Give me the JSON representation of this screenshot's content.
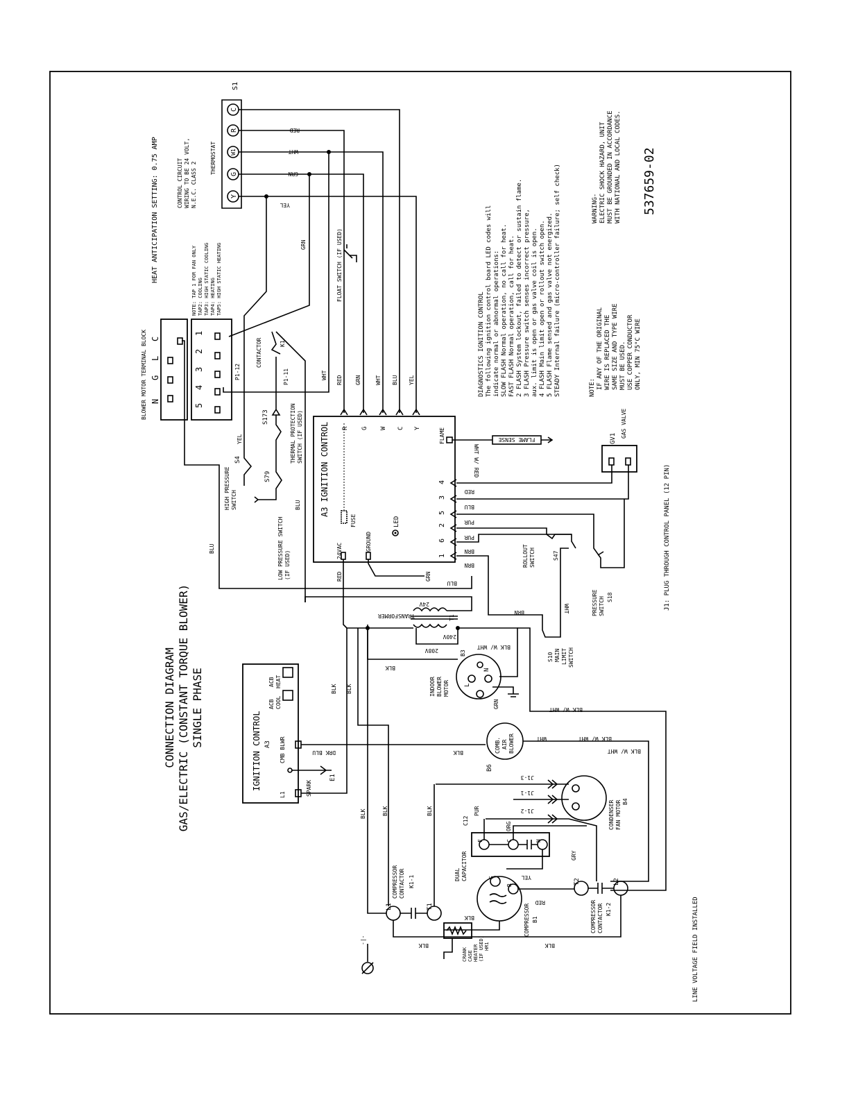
{
  "title": {
    "line1": "CONNECTION DIAGRAM",
    "line2": "GAS/ELECTRIC (CONSTANT TORQUE BLOWER)",
    "line3": "SINGLE PHASE"
  },
  "part_number": "537659-02",
  "heat_anticipation": "HEAT ANTICIPATION SETTING: 0.75 AMP",
  "control_circuit": [
    "CONTROL CIRCUIT",
    "WIRING TO BE 24 VOLT,",
    "N.E.C. CLASS 2"
  ],
  "thermostat": {
    "label": "THERMOSTAT",
    "id": "S1",
    "terminals": [
      "C",
      "R",
      "W1",
      "G",
      "Y"
    ]
  },
  "wire_colors": {
    "red": "RED",
    "wht": "WHT",
    "grn": "GRN",
    "yel": "YEL",
    "blu": "BLU",
    "brn": "BRN",
    "pur": "PUR",
    "blk": "BLK",
    "gry": "GRY",
    "org": "ORG",
    "blk_w_wht": "BLK W/ WHT",
    "wht_w_red": "WHT W/ RED",
    "drk_blu": "DRK BLU"
  },
  "blower_terminal_block": {
    "label": "BLOWER MOTOR TERMINAL BLOCK",
    "power_terms": [
      "N",
      "G",
      "L",
      "C"
    ],
    "taps": [
      "5",
      "4",
      "3",
      "2",
      "1"
    ],
    "plug_p1_12": "P1-12"
  },
  "tap_note": [
    "NOTE: TAP 1 FOR FAN ONLY",
    "TAP2: COOLING",
    "TAP3: HIGH STATIC COOLING",
    "TAP4: HEATING",
    "TAP5: HIGH STATIC HEATING"
  ],
  "contactor": {
    "label": "CONTACTOR",
    "k1": "K1",
    "plug": "P1-11"
  },
  "float_switch": "FLOAT SWITCH (IF USED)",
  "high_pressure_switch": {
    "label": [
      "HIGH PRESSURE",
      "SWITCH"
    ],
    "id": "S4"
  },
  "low_pressure_switch": {
    "label": [
      "LOW PRESSURE SWITCH",
      "(IF USED)"
    ],
    "id": "S79"
  },
  "thermal_protection": {
    "label": [
      "THERMAL PROTECTION",
      "SWITCH (IF USED)"
    ],
    "id": "S173"
  },
  "ignition_control": {
    "label": "A3 IGNITION CONTROL",
    "inputs": [
      "R",
      "G",
      "W",
      "C",
      "Y"
    ],
    "flame": "FLAME",
    "flame_sense": "FLAME SENSE",
    "fuse": "FUSE",
    "vac": "24VAC",
    "ground": "GROUND",
    "led": "LED",
    "pins": [
      "4",
      "3",
      "5",
      "2",
      "6",
      "1"
    ]
  },
  "gas_valve": {
    "id": "GV1",
    "label": "GAS VALVE"
  },
  "plug_note": "J1: PLUG THROUGH CONTROL PANEL (12 PIN)",
  "rollout_switch": {
    "label": [
      "ROLLOUT",
      "SWITCH"
    ],
    "id": "S47"
  },
  "pressure_switch": {
    "label": [
      "PRESSURE",
      "SWITCH"
    ],
    "id": "S18"
  },
  "main_limit": {
    "id": "S10",
    "label": [
      "MAIN",
      "LIMIT",
      "SWITCH"
    ]
  },
  "transformer": {
    "label": "TRANSFORMER",
    "id": "T1",
    "v24": "24V",
    "v240": "240V",
    "v208": "208V"
  },
  "indoor_blower": {
    "label": [
      "INDOOR",
      "BLOWER",
      "MOTOR"
    ],
    "id": "B3",
    "terms": [
      "L",
      "N"
    ]
  },
  "ignition_box": {
    "title": "IGNITION CONTROL",
    "id": "A3",
    "acb_heat": [
      "ACB",
      "HEAT"
    ],
    "acb_cool": [
      "ACB",
      "COOL"
    ],
    "cmb_blwr": "CMB BLWR",
    "l1": "L1",
    "spark": "SPARK",
    "e1": "E1"
  },
  "comb_air_blower": {
    "label": [
      "COMB.",
      "AIR",
      "BLOWER"
    ],
    "id": "B6"
  },
  "condenser_fan": {
    "label": [
      "CONDENSER",
      "FAN MOTOR"
    ],
    "id": "B4"
  },
  "plugs": [
    "J1-3",
    "J1-1",
    "J1-2"
  ],
  "capacitor": {
    "label": [
      "DUAL",
      "CAPACITOR"
    ],
    "id": "C12",
    "terms": [
      "F",
      "C",
      "H"
    ]
  },
  "compressor": {
    "label": "COMPRESSOR",
    "id": "B1",
    "terms": [
      "S",
      "R",
      "C"
    ]
  },
  "contactor_k1_1": {
    "label": [
      "COMPRESSOR",
      "CONTACTOR"
    ],
    "id": "K1-1",
    "terms": [
      "L1",
      "T1"
    ]
  },
  "contactor_k1_2": {
    "label": [
      "COMPRESSOR",
      "CONTACTOR"
    ],
    "id": "K1-2",
    "terms": [
      "T2",
      "L2"
    ]
  },
  "crank_heater": {
    "label": [
      "CRANK",
      "CASE",
      "HEATER",
      "(IF USED)"
    ],
    "id": "HR1"
  },
  "line_voltage_note": "LINE VOLTAGE FIELD INSTALLED",
  "diagnostics": [
    "DIAGNOSTICS   IGNITION CONTROL",
    "The following ignition control board LED codes will",
    "indicate normal or abnormal operations:",
    "SLOW FLASH  Normal operation, no call for heat.",
    "FAST FLASH  Normal operation, call for heat.",
    "2 FLASH   System lockout, failed to detect or sustain flame.",
    "3 FLASH   Pressure switch senses incorrect pressure,",
    "aux. limit is open or gas valve coil is open.",
    "4 FLASH   Main limit open or rollout switch open.",
    "5 FLASH   Flame sensed and gas valve not energized.",
    "STEADY   Internal failure (micro-controller failure; self check)"
  ],
  "note": [
    "NOTE:",
    "IF ANY OF THE ORIGINAL",
    "WIRE IS REPLACED THE",
    "SAME SIZE AND TYPE WIRE",
    "MUST BE USED.",
    "USE COPPER CONDUCTOR",
    "ONLY, MIN 75°C WIRE"
  ],
  "warning": [
    "WARNING-",
    "ELECTRIC SHOCK HAZARD, UNIT",
    "MUST BE GROUNDED IN ACCORDANCE",
    "WITH NATIONAL AND LOCAL CODES."
  ]
}
